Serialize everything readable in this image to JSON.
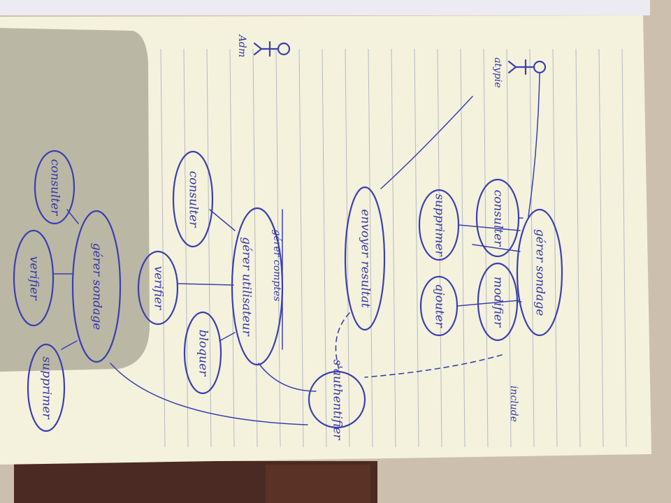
{
  "diagram": {
    "actors": {
      "actor_1": "atypie",
      "actor_2": "Adm"
    },
    "use_cases": {
      "gerer_sondage_top": "gérer sondage",
      "consulter_top": "consulter",
      "modifier": "modifier",
      "supprimer_top": "supprimer",
      "ajouter": "ajouter",
      "envoyer_resultat": "envoyer resultat",
      "authentifier": "s'authentifier",
      "gerer_utilisateur": "gérer utilisateur",
      "gerer_utilisateur_strike": "gérer comptes",
      "consulter_mid": "consulter",
      "verifier_mid": "verifier",
      "bloquer": "bloquer",
      "gerer_sondage_bottom": "gérer sondage",
      "consulter_bottom": "consulter",
      "verifier_bottom": "verifier",
      "supprimer_bottom": "supprimer"
    },
    "relations": {
      "include_label": "include"
    }
  },
  "colors": {
    "ink": "#3b3fb0",
    "paper": "#f4f2dd",
    "rule": "#b6b8c4",
    "background": "#c9beb1",
    "cover": "#4a2a22"
  }
}
